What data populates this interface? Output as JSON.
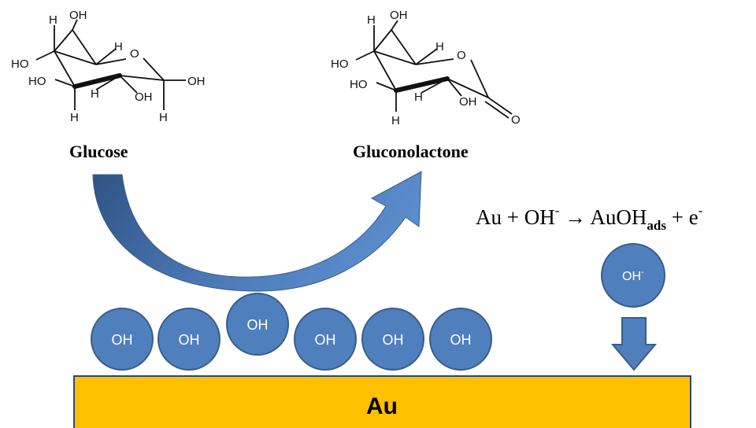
{
  "molecules": {
    "glucose": {
      "name": "Glucose",
      "atoms": [
        "OH",
        "H",
        "HO",
        "H",
        "O",
        "HO",
        "H",
        "OH",
        "OH",
        "H",
        "H"
      ]
    },
    "gluconolactone": {
      "name": "Gluconolactone",
      "atoms": [
        "H",
        "OH",
        "HO",
        "H",
        "O",
        "HO",
        "H",
        "OH",
        "O",
        "H"
      ]
    }
  },
  "equation": {
    "lhs_metal": "Au",
    "plus1": "+",
    "lhs_ion": "OH",
    "lhs_ion_charge": "-",
    "arrow": "→",
    "product": "AuOH",
    "product_subscript": "ads",
    "plus2": "+",
    "electron": "e",
    "electron_charge": "-"
  },
  "surface_groups": [
    "OH",
    "OH",
    "OH",
    "OH",
    "OH",
    "OH"
  ],
  "incoming_ion": {
    "label": "OH",
    "charge": "-"
  },
  "electrode": {
    "label": "Au"
  },
  "colors": {
    "blue_fill": "#4f7fbd",
    "blue_stroke": "#385d8a",
    "arrow_dark": "#2f5383",
    "arrow_light": "#5a8bcb",
    "electrode_fill": "#ffc000",
    "electrode_stroke": "#2b4a73"
  }
}
